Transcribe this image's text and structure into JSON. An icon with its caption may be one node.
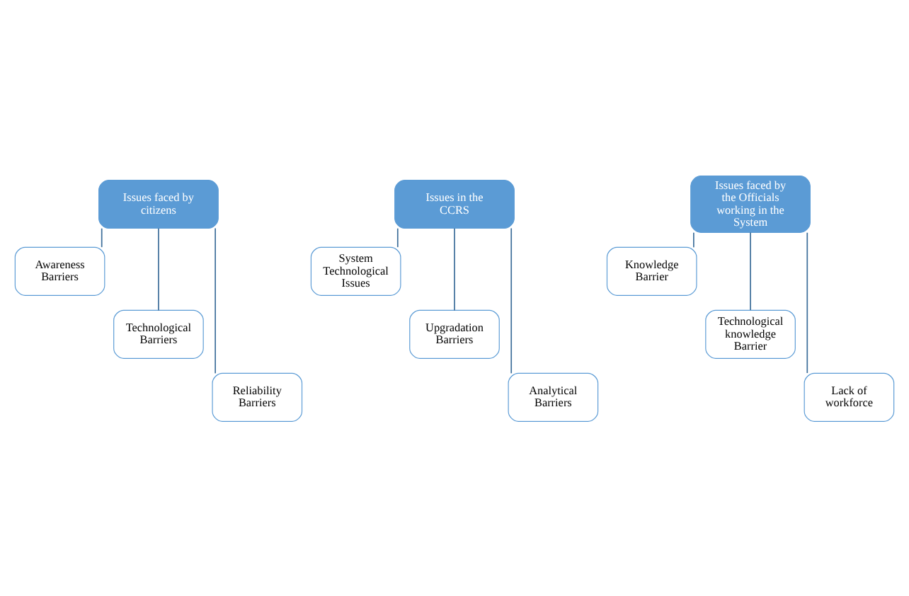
{
  "diagram": {
    "nodes": [
      {
        "text": [
          "Issues faced by citizens"
        ]
      },
      {
        "text": [
          "Awareness Barriers"
        ]
      },
      {
        "text": [
          "Technological Barriers"
        ]
      },
      {
        "text": [
          "Reliability Barriers"
        ]
      },
      {
        "text": [
          "Issues in the CCRS"
        ]
      },
      {
        "text": [
          "System Technological Issues"
        ]
      },
      {
        "text": [
          "Upgradation Barriers"
        ]
      },
      {
        "text": [
          "Analytical Barriers"
        ]
      },
      {
        "text": [
          "Issues faced by the Officials working in the System"
        ]
      },
      {
        "text": [
          "Knowledge Barrier"
        ]
      },
      {
        "text": [
          "Technological knowledge Barrier"
        ]
      },
      {
        "text": [
          "Lack of workforce"
        ]
      }
    ],
    "edges": [
      {
        "from": 0,
        "to": 1,
        "arrow": "none"
      },
      {
        "from": 0,
        "to": 2,
        "arrow": "none"
      },
      {
        "from": 0,
        "to": 3,
        "arrow": "none"
      },
      {
        "from": 4,
        "to": 5,
        "arrow": "none"
      },
      {
        "from": 4,
        "to": 6,
        "arrow": "none"
      },
      {
        "from": 4,
        "to": 7,
        "arrow": "none"
      },
      {
        "from": 8,
        "to": 9,
        "arrow": "none"
      },
      {
        "from": 8,
        "to": 10,
        "arrow": "none"
      },
      {
        "from": 8,
        "to": 11,
        "arrow": "none"
      }
    ]
  }
}
